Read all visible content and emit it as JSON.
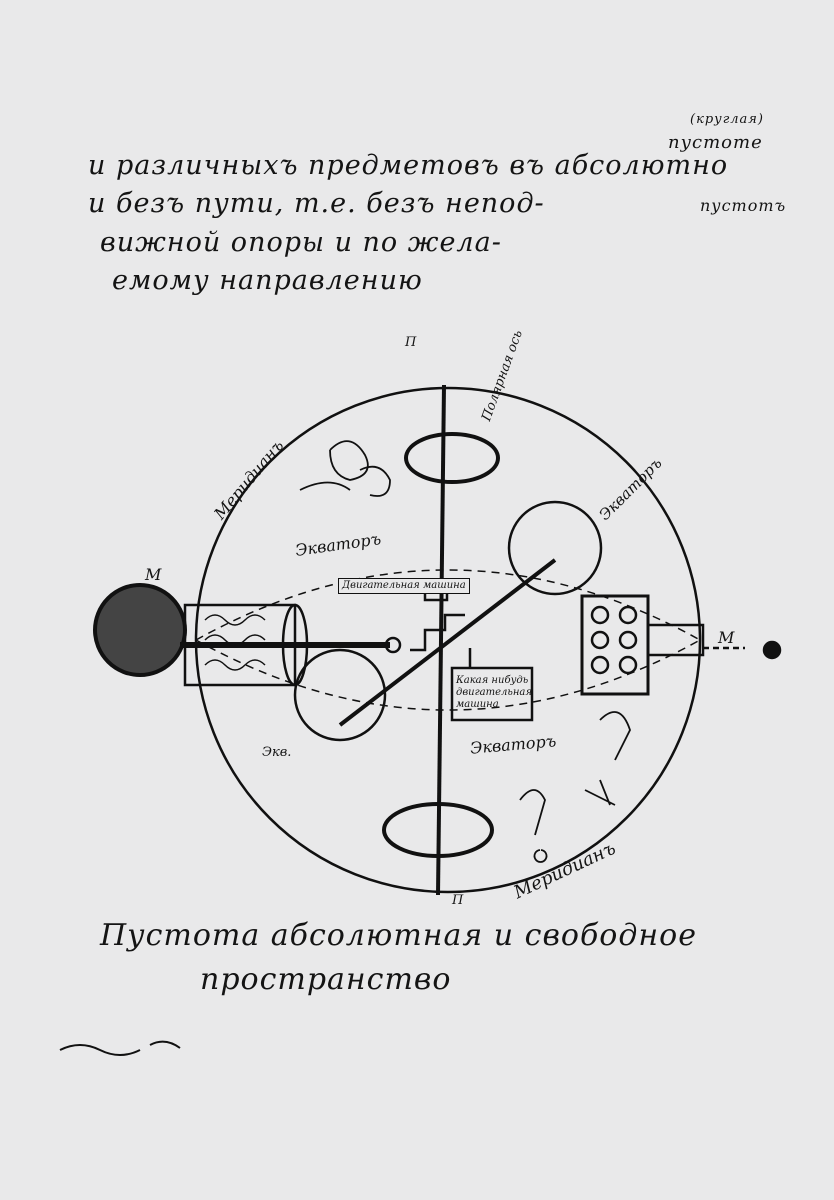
{
  "manuscript": {
    "lines": [
      "и различныхъ предметовъ въ абсолютно",
      "и безъ пути, т.е. безъ непод-",
      "вижной опоры и по жела-",
      "емому направлению"
    ],
    "margin_note_paren": "(круглая)",
    "margin_note_word1": "пустоте",
    "margin_note_word2": "пустотъ"
  },
  "diagram": {
    "labels": {
      "polar_axis": "Полярная ось",
      "pole_top": "П",
      "pole_bottom": "П",
      "meridian_left": "Меридианъ",
      "meridian_right": "Меридианъ",
      "equator_top": "Экваторъ",
      "equator_bottom": "Экваторъ",
      "equator_right": "Экваторъ",
      "equator_left": "Экв.",
      "motor": "Двигательная машина",
      "any_motor": "Какая нибудь двигательная машина",
      "m_left": "М",
      "m_right": "М"
    }
  },
  "caption": {
    "line1": "Пустота абсолютная и свободное",
    "line2": "пространство"
  }
}
